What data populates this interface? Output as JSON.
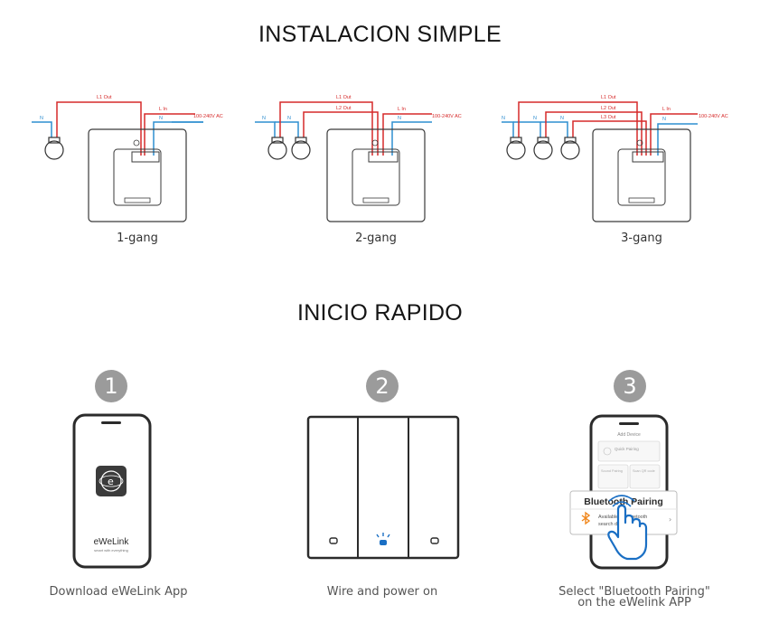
{
  "headings": {
    "installation": "INSTALACION SIMPLE",
    "quickstart": "INICIO RAPIDO"
  },
  "wiring": {
    "labels": {
      "l1_out": "L1 Out",
      "l2_out": "L2 Out",
      "l3_out": "L3 Out",
      "l_in": "L In",
      "n": "N",
      "supply": "100-240V AC"
    },
    "colors": {
      "live": "#d62a2a",
      "neutral": "#2f8fd0",
      "frame": "#3a3a3a"
    },
    "gangs": [
      {
        "caption": "1-gang"
      },
      {
        "caption": "2-gang"
      },
      {
        "caption": "3-gang"
      }
    ]
  },
  "steps": [
    {
      "number": "1",
      "caption": "Download eWeLink App",
      "app_name": "eWeLink",
      "app_tagline": "smart with everything"
    },
    {
      "number": "2",
      "caption": "Wire and power on"
    },
    {
      "number": "3",
      "caption_line1": "Select \"Bluetooth Pairing\"",
      "caption_line2": "on the eWelink APP",
      "popup_title": "Bluetooth Pairing",
      "popup_line1": "Available for bluetooth",
      "popup_line2": "search device",
      "phone_header": "Add Device",
      "phone_card1": "Quick Pairing",
      "phone_card2": "Sound Pairing",
      "phone_card3": "Scan QR code"
    }
  ],
  "accent_color": "#1a6fc4"
}
